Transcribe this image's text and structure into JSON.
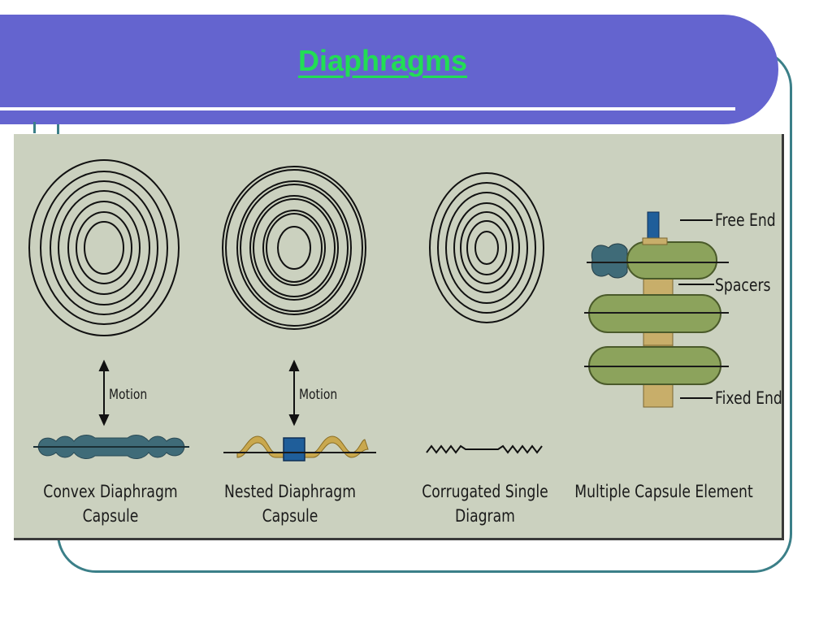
{
  "slide": {
    "title": "Diaphragms"
  },
  "diagram": {
    "motion_label": "Motion",
    "elements": [
      {
        "caption_line1": "Convex Diaphragm",
        "caption_line2": "Capsule"
      },
      {
        "caption_line1": "Nested Diaphragm",
        "caption_line2": "Capsule"
      },
      {
        "caption_line1": "Corrugated Single",
        "caption_line2": "Diagram"
      },
      {
        "caption_line1": "Multiple Capsule Element",
        "caption_line2": ""
      }
    ],
    "callouts": {
      "free_end": "Free End",
      "spacers": "Spacers",
      "fixed_end": "Fixed End"
    },
    "colors": {
      "title_banner": "#6464cf",
      "title_text": "#22dd55",
      "frame": "#3b7f88",
      "panel": "#cbd1bf",
      "capsule_slate": "#3f6b78",
      "capsule_green": "#8ca35c",
      "spacer_tan": "#c8ae6a",
      "nested_gold": "#c9a84e",
      "nested_blue": "#1f5e9a"
    }
  }
}
